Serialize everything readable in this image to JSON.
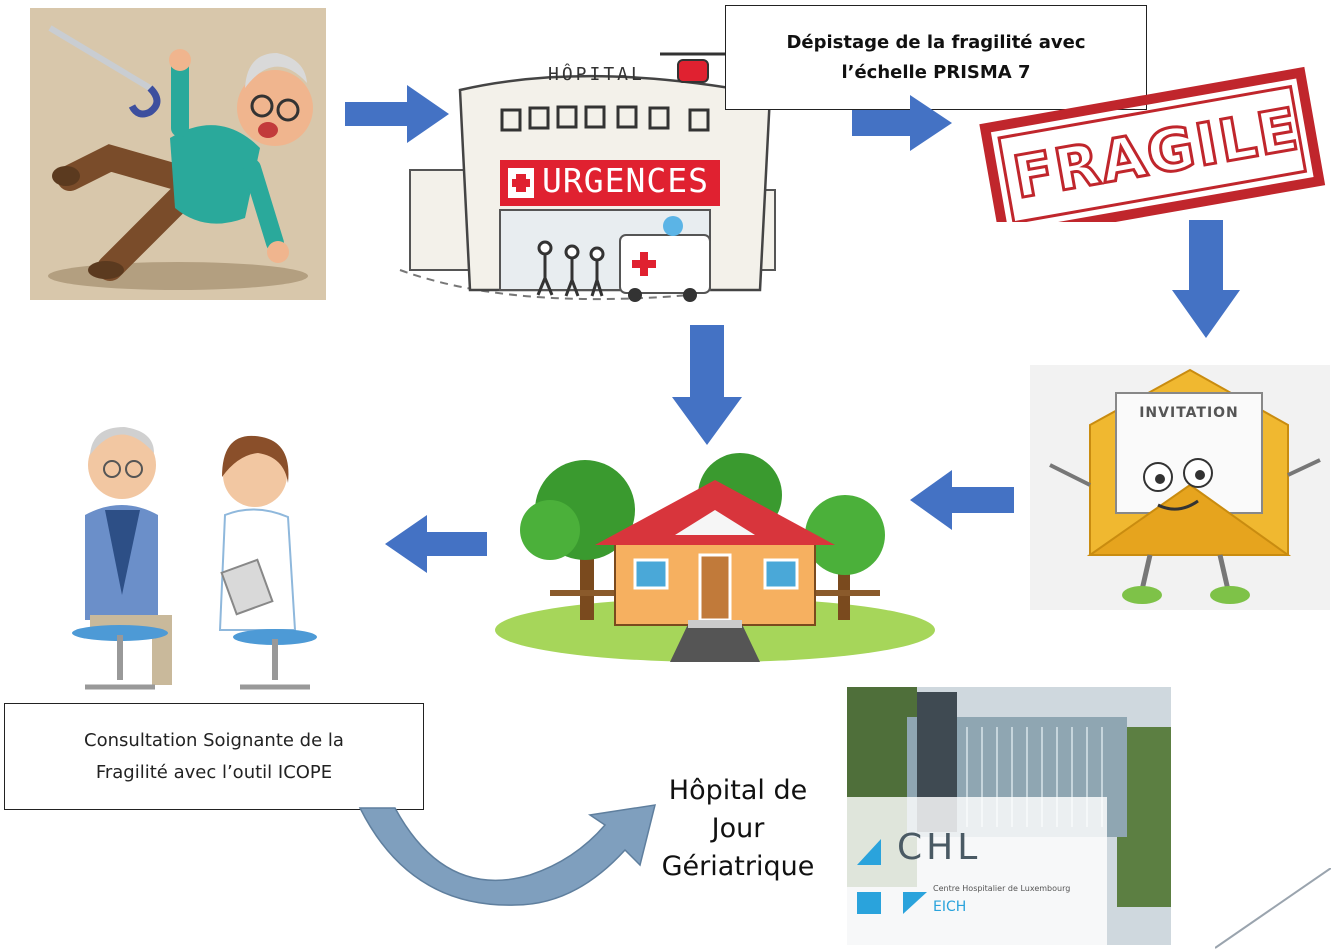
{
  "colors": {
    "arrow": "#4472c4",
    "curved_arrow": "#7f9fbe",
    "fragile_red": "#c0262c",
    "urgences_red": "#e02130",
    "chl_blue": "#2aa3dc"
  },
  "icons": [
    "falling-elderly-man-illustration",
    "hospital-emergency-illustration",
    "fragile-stamp",
    "invitation-envelope-illustration",
    "house-illustration",
    "nurse-consultation-illustration",
    "chl-hospital-photo"
  ],
  "hospital": {
    "sign": "HÔPITAL",
    "emergency": "URGENCES"
  },
  "screening_box": {
    "line1": "Dépistage de la fragilité avec",
    "line2": "l’échelle PRISMA 7"
  },
  "stamp": {
    "text": "FRAGILE"
  },
  "invitation": {
    "text": "INVITATION"
  },
  "consultation_box": {
    "line1": "Consultation Soignante de la",
    "line2": "Fragilité avec l’outil ICOPE"
  },
  "day_hospital": {
    "line1": "Hôpital de",
    "line2": "Jour",
    "line3": "Gériatrique"
  },
  "chl_logo": {
    "name": "CHL",
    "subtitle": "Centre Hospitalier de Luxembourg",
    "eich": "EICH"
  }
}
